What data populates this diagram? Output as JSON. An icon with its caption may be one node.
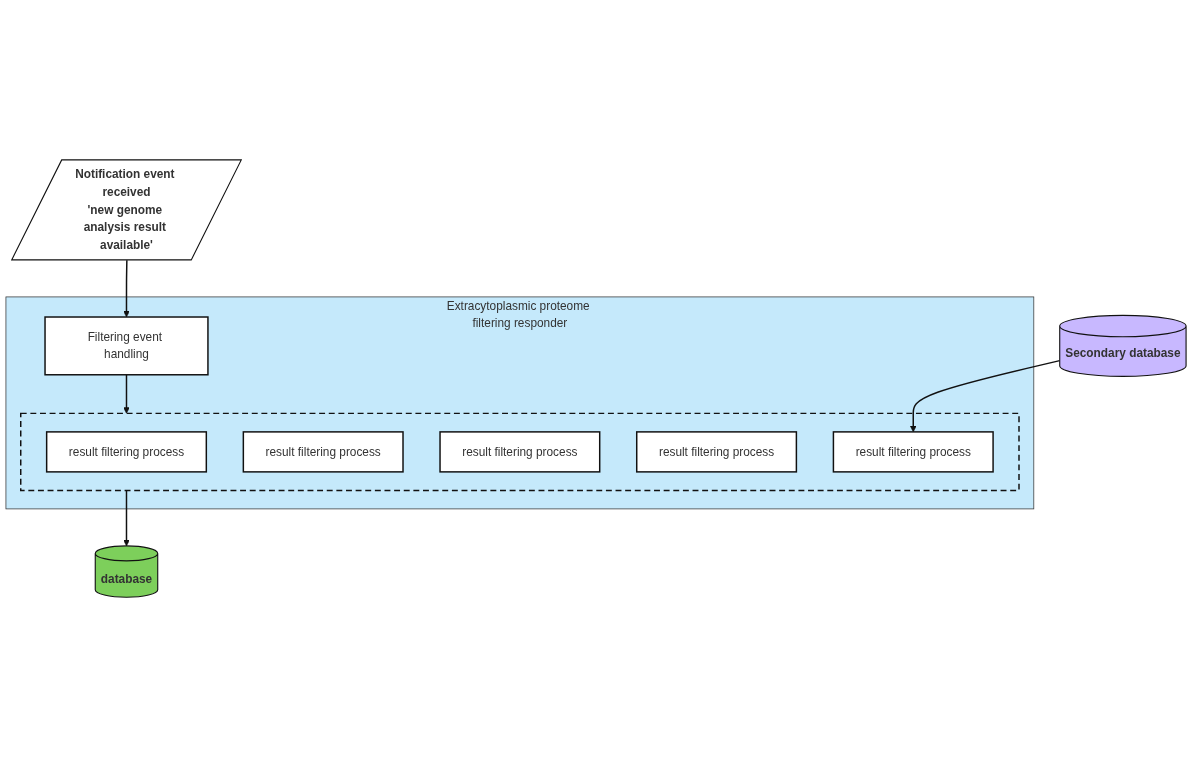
{
  "diagram": {
    "nodes": [
      {
        "text": [
          "Notification event received",
          "'new genome analysis result available'"
        ]
      },
      {
        "text": [
          "Extracytoplasmic proteome filtering responder"
        ]
      },
      {
        "text": [
          "Filtering event handling"
        ],
        "in": 1
      },
      {
        "text": [],
        "shape": "box",
        "in": 1
      },
      {
        "text": [
          "result filtering process"
        ],
        "in": 3
      },
      {
        "text": [
          "result filtering process"
        ],
        "in": 3
      },
      {
        "text": [
          "result filtering process"
        ],
        "in": 3
      },
      {
        "text": [
          "result filtering process"
        ],
        "in": 3
      },
      {
        "text": [
          "result filtering process"
        ],
        "in": 3
      },
      {
        "text": [
          "Secondary database"
        ]
      },
      {
        "text": [
          "database"
        ]
      }
    ],
    "edges": [
      {
        "from": 0,
        "to": 2,
        "arrow": "to"
      },
      {
        "from": 2,
        "to": 3,
        "arrow": "to"
      },
      {
        "from": 9,
        "to": 8,
        "arrow": "to"
      },
      {
        "from": 3,
        "to": 10,
        "arrow": "to"
      }
    ]
  }
}
